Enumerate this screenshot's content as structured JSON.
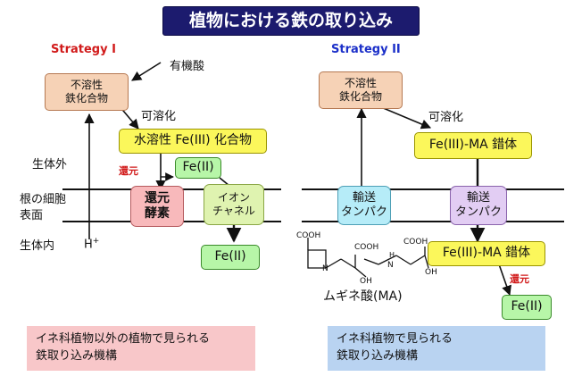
{
  "title": "植物における鉄の取り込み",
  "strategy1": {
    "heading": "Strategy I",
    "organic_acid": "有機酸",
    "insoluble": [
      "不溶性",
      "鉄化合物"
    ],
    "solubilize": "可溶化",
    "water_soluble": "水溶性 Fe(III) 化合物",
    "reduce": "還元",
    "fe2_out": "Fe(II)",
    "reductase": [
      "還元",
      "酵素"
    ],
    "ion_channel": [
      "イオン",
      "チャネル"
    ],
    "hplus": "H",
    "hplus_sup": "+",
    "fe2_in": "Fe(II)",
    "note": [
      "イネ科植物以外の植物で見られる",
      "鉄取り込み機構"
    ]
  },
  "strategy2": {
    "heading": "Strategy II",
    "insoluble": [
      "不溶性",
      "鉄化合物"
    ],
    "solubilize": "可溶化",
    "complex_out": "Fe(III)-MA 錯体",
    "transporter_left": [
      "輸送",
      "タンパク"
    ],
    "transporter_right": [
      "輸送",
      "タンパク"
    ],
    "complex_in": "Fe(III)-MA 錯体",
    "reduce": "還元",
    "fe2": "Fe(II)",
    "mugineic": "ムギネ酸(MA)",
    "note": [
      "イネ科植物で見られる",
      "鉄取り込み機構"
    ]
  },
  "regions": {
    "outside": "生体外",
    "root_surface": [
      "根の細胞",
      "表面"
    ],
    "inside": "生体内"
  },
  "structure_labels": {
    "cooh1": "COOH",
    "cooh2": "COOH",
    "cooh3": "COOH",
    "oh1": "OH",
    "oh2": "OH",
    "n1": "N",
    "n2": "N",
    "h": "H"
  },
  "colors": {
    "title_bg": "#1c1b6e",
    "strategy_1": "#d11a1a",
    "strategy_2": "#1b2fc9",
    "reduce_text": "#d11a1a"
  }
}
